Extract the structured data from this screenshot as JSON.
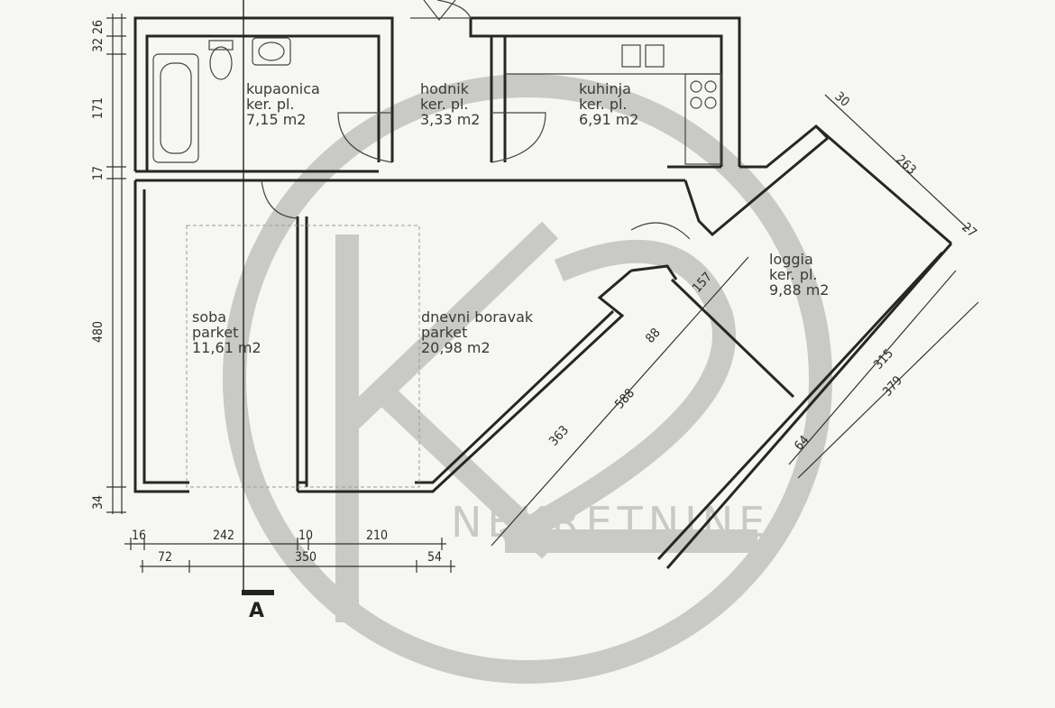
{
  "rooms": [
    {
      "name": "kupaonica",
      "floor": "ker. pl.",
      "area": "7,15 m2"
    },
    {
      "name": "hodnik",
      "floor": "ker. pl.",
      "area": "3,33 m2"
    },
    {
      "name": "kuhinja",
      "floor": "ker. pl.",
      "area": "6,91 m2"
    },
    {
      "name": "loggia",
      "floor": "ker. pl.",
      "area": "9,88 m2"
    },
    {
      "name": "soba",
      "floor": "parket",
      "area": "11,61 m2"
    },
    {
      "name": "dnevni boravak",
      "floor": "parket",
      "area": "20,98 m2"
    }
  ],
  "dimensions": {
    "left": [
      "32",
      "26",
      "171",
      "17",
      "480",
      "34"
    ],
    "bottom_row1": [
      "16",
      "242",
      "10",
      "210"
    ],
    "bottom_row2": [
      "72",
      "350",
      "54"
    ],
    "diagonal": [
      "30",
      "263",
      "27",
      "157",
      "88",
      "588",
      "363",
      "315",
      "379",
      "64"
    ]
  },
  "section_marker": "A",
  "watermark": {
    "text": "NEKRETNINE",
    "color": "#c9c9c5"
  }
}
